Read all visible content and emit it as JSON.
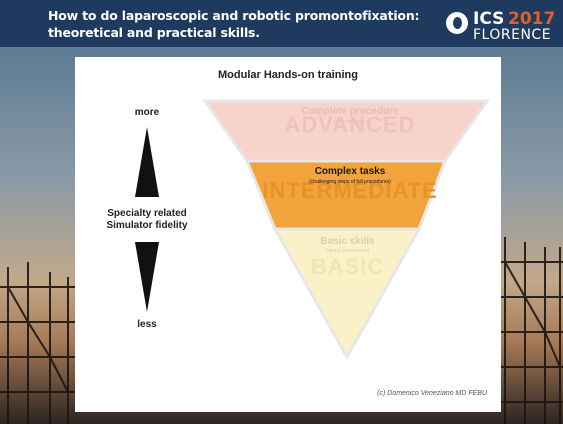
{
  "slide": {
    "title_line1": "How to do laparoscopic and robotic promontofixation:",
    "title_line2": "theoretical and practical skills.",
    "logo": {
      "ics": "ICS",
      "year": "2017",
      "city": "FLORENCE"
    }
  },
  "diagram": {
    "heading": "Modular Hands-on training",
    "axis": {
      "top_label": "more",
      "middle_label_line1": "Specialty related",
      "middle_label_line2": "Simulator fidelity",
      "bottom_label": "less"
    },
    "levels": [
      {
        "title": "Complete procedure",
        "subtitle": "(full surgeries)",
        "watermark": "ADVANCED",
        "color": "#f7d3cc"
      },
      {
        "title": "Complex tasks",
        "subtitle": "(challenging steps of full procedures)",
        "watermark": "INTERMEDIATE",
        "color": "#f2a43c"
      },
      {
        "title": "Basic skills",
        "subtitle": "(simple maneuvres)",
        "watermark": "BASIC",
        "color": "#faf1c8"
      }
    ],
    "copyright": "(c) Domenico Veneziano MD FEBU"
  }
}
